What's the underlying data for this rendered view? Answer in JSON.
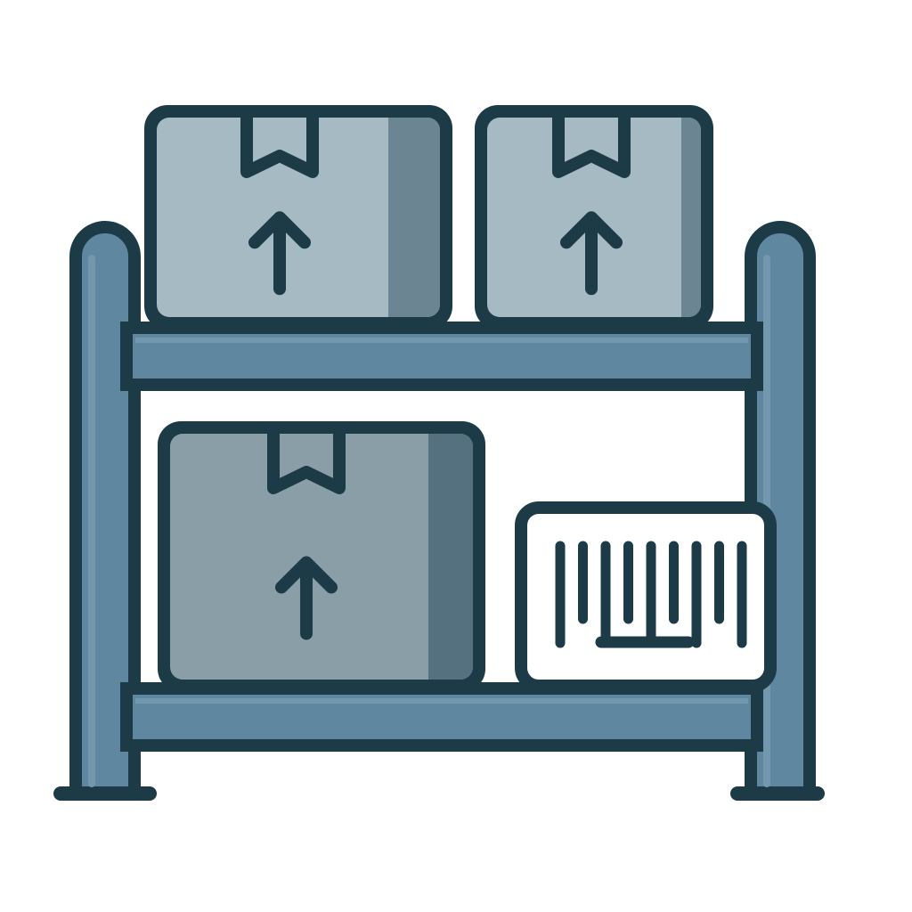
{
  "illustration": {
    "subject": "warehouse-shelf-icon",
    "elements": [
      "shelf-frame",
      "box-top-left",
      "box-top-right",
      "box-bottom-left",
      "barcode-label"
    ],
    "box_symbol": "arrow-up-icon",
    "label_symbol": "barcode-icon"
  },
  "colors": {
    "outline": "#1d3a47",
    "frame": "#5f87a0",
    "frame_highlight": "#7397ad",
    "box_light": "#a6bac4",
    "box_light_shade": "#6b8593",
    "box_dark": "#8a9ea8",
    "box_dark_shade": "#55717f",
    "label_bg": "#ffffff",
    "background": "#ffffff"
  }
}
